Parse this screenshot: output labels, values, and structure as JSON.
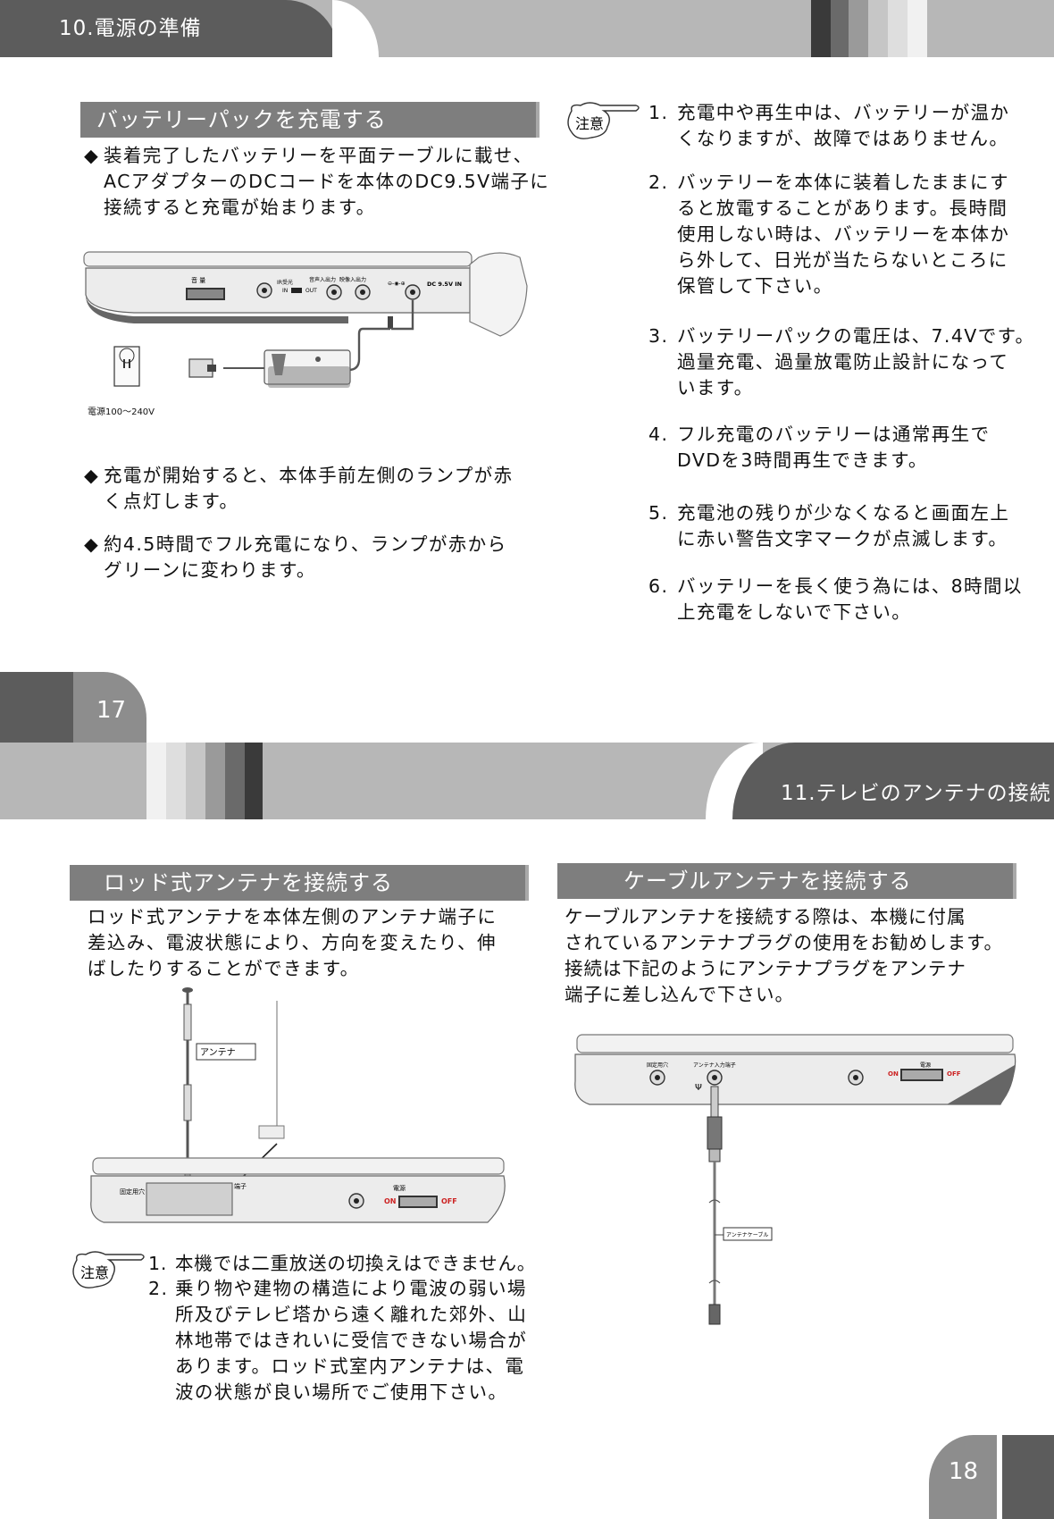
{
  "header": {
    "title": "10.電源の準備"
  },
  "charge": {
    "heading": "バッテリーパックを充電する",
    "bullet_mark": "◆",
    "p1": [
      "装着完了したバッテリーを平面テーブルに載せ、",
      "ACアダプターのDCコードを本体のDC9.5V端子に",
      "接続すると充電が始まります。"
    ],
    "p2": [
      "充電が開始すると、本体手前左側のランプが赤",
      "く点灯します。"
    ],
    "p3": [
      "約4.5時間でフル充電になり、ランプが赤から",
      "グリーンに変わります。"
    ],
    "figure": {
      "volume": "音 量",
      "ir": "IR受光",
      "in": "IN",
      "out": "OUT",
      "audio_out": "音声入出力",
      "video_out": "映像入出力",
      "polarity": "⊖-◉-⊕",
      "dc_in": "DC 9.5V IN",
      "power_label": "電源100～240V"
    }
  },
  "caution_label": "注意",
  "notes_top": [
    {
      "num": "1.",
      "lines": [
        "充電中や再生中は、バッテリーが温か",
        "くなりますが、故障ではありません。"
      ]
    },
    {
      "num": "2.",
      "lines": [
        "バッテリーを本体に装着したままにす",
        "ると放電することがあります。長時間",
        "使用しない時は、バッテリーを本体か",
        "ら外して、日光が当たらないところに",
        "保管して下さい。"
      ]
    },
    {
      "num": "3.",
      "lines": [
        "バッテリーパックの電圧は、7.4Vです。",
        "過量充電、過量放電防止設計になって",
        "います。"
      ]
    },
    {
      "num": "4.",
      "lines": [
        "フル充電のバッテリーは通常再生で",
        "DVDを3時間再生できます。"
      ]
    },
    {
      "num": "5.",
      "lines": [
        "充電池の残りが少なくなると画面左上",
        "に赤い警告文字マークが点滅します。"
      ]
    },
    {
      "num": "6.",
      "lines": [
        "バッテリーを長く使う為には、8時間以",
        "上充電をしないで下さい。"
      ]
    }
  ],
  "page_left": "17",
  "header2": {
    "title": "11.テレビのアンテナの接続"
  },
  "rod": {
    "heading": "ロッド式アンテナを接続する",
    "p": [
      "ロッド式アンテナを本体左側のアンテナ端子に",
      "差込み、電波状態により、方向を変えたり、伸",
      "ばしたりすることができます。"
    ],
    "figure": {
      "antenna": "アンテナ",
      "fixed_hole": "固定用穴",
      "terminal": "端子",
      "power": "電源",
      "on": "ON",
      "off": "OFF"
    }
  },
  "notes_rod": [
    {
      "num": "1.",
      "lines": [
        "本機では二重放送の切換えはできません。"
      ]
    },
    {
      "num": "2.",
      "lines": [
        "乗り物や建物の構造により電波の弱い場",
        "所及びテレビ塔から遠く離れた郊外、山",
        "林地帯ではきれいに受信できない場合が",
        "あります。ロッド式室内アンテナは、電",
        "波の状態が良い場所でご使用下さい。"
      ]
    }
  ],
  "cable": {
    "heading": "ケーブルアンテナを接続する",
    "p": [
      "ケーブルアンテナを接続する際は、本機に付属",
      "されているアンテナプラグの使用をお勧めします。",
      "接続は下記のようにアンテナプラグをアンテナ",
      "端子に差し込んで下さい。"
    ],
    "figure": {
      "fixed_hole": "固定用穴",
      "antenna_input": "アンテナ入力端子",
      "power": "電源",
      "on": "ON",
      "off": "OFF",
      "cable": "アンテナケーブル"
    }
  },
  "page_right": "18"
}
